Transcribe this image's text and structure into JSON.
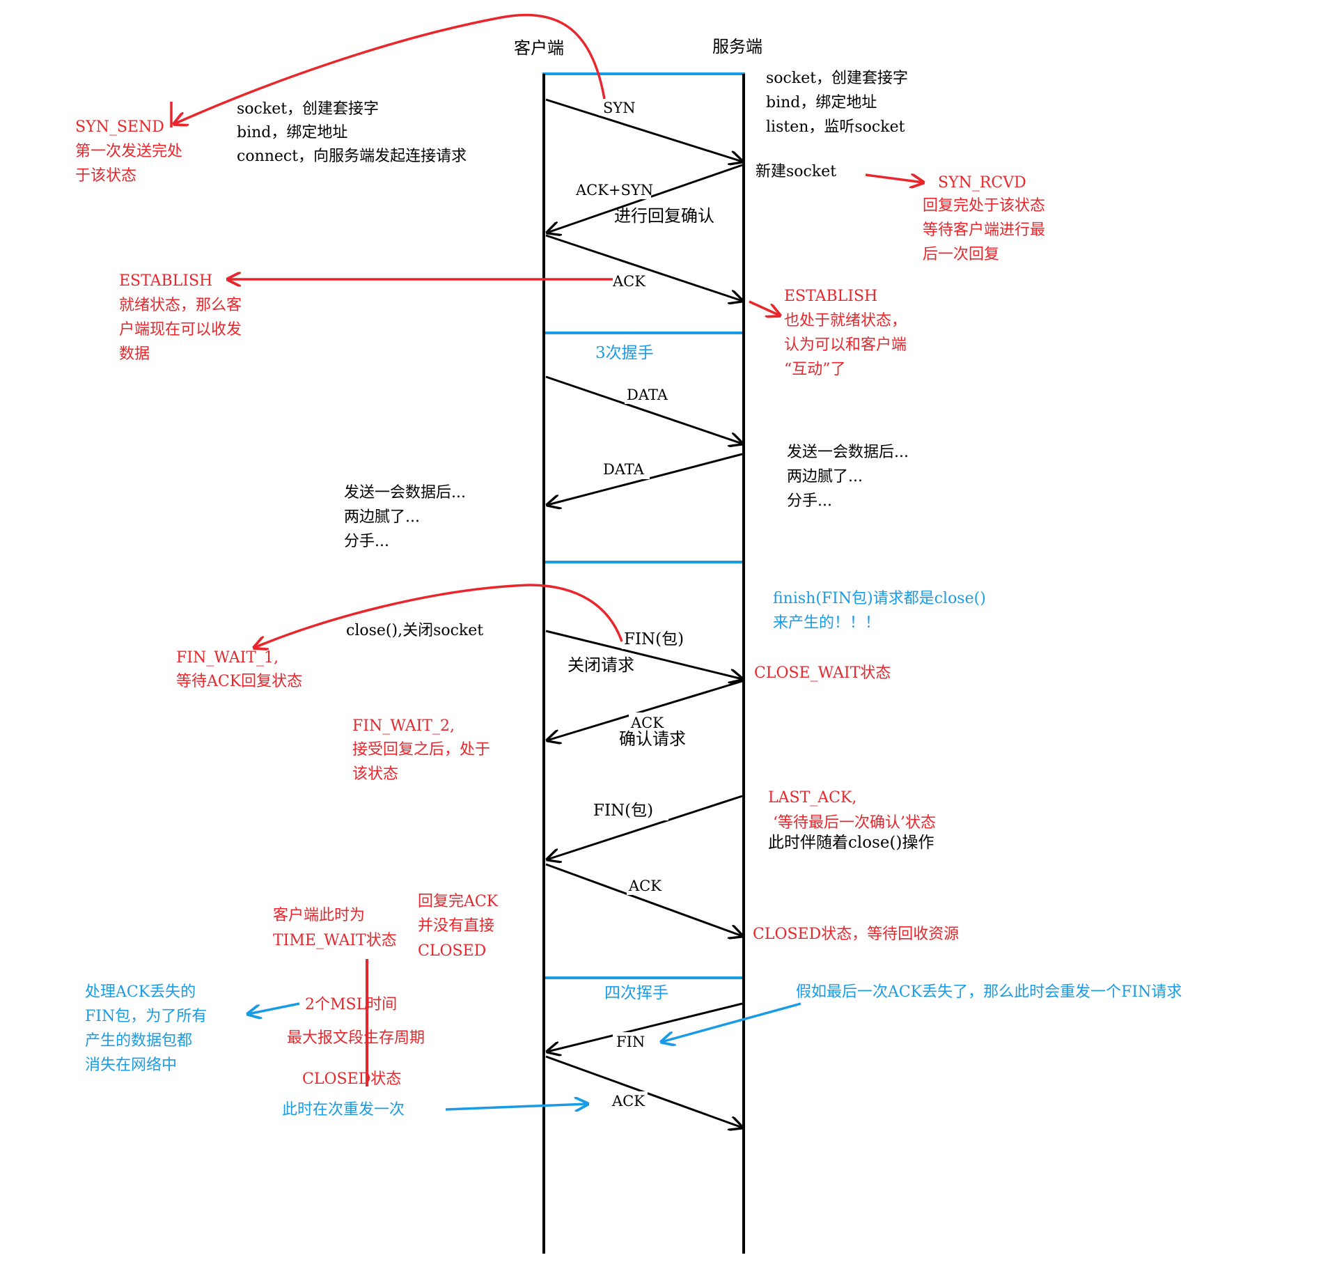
{
  "colors": {
    "black": "#000000",
    "red": "#e8262b",
    "blue": "#1a9be6",
    "box": "#1a9be6"
  },
  "labels": {
    "client": "客户端",
    "server": "服务端",
    "handshake3": "3次握手",
    "wave4": "四次挥手"
  },
  "messages": {
    "syn": "SYN",
    "ack_syn": "ACK+SYN",
    "ack1": "ACK",
    "data1": "DATA",
    "data2": "DATA",
    "fin1": "FIN(包)",
    "ack2": "ACK",
    "fin2": "FIN(包)",
    "ack3": "ACK",
    "fin_resend": "FIN",
    "ack_resend": "ACK"
  },
  "notes": {
    "client_setup": [
      "socket，创建套接字",
      "bind，绑定地址",
      "connect，向服务端发起连接请求"
    ],
    "server_setup": [
      "socket，创建套接字",
      "bind，绑定地址",
      "listen，监听socket"
    ],
    "new_socket": "新建socket",
    "reply_confirm": "进行回复确认",
    "data_client": [
      "发送一会数据后...",
      "两边腻了...",
      "分手..."
    ],
    "data_server": [
      "发送一会数据后...",
      "两边腻了...",
      "分手..."
    ],
    "close_socket": "close(),关闭socket",
    "close_request": "关闭请求",
    "confirm_request": "确认请求",
    "last_ack_close": "此时伴随着close()操作"
  },
  "states": {
    "syn_send": [
      "SYN_SEND",
      "第一次发送完处",
      "于该状态"
    ],
    "syn_rcvd": [
      "SYN_RCVD",
      "回复完处于该状态",
      "等待客户端进行最",
      "后一次回复"
    ],
    "establish_client": [
      "ESTABLISH",
      "就绪状态，那么客",
      "户端现在可以收发",
      "数据"
    ],
    "establish_server": [
      "ESTABLISH",
      "也处于就绪状态，",
      "认为可以和客户端",
      "“互动”了"
    ],
    "fin_wait_1": [
      "FIN_WAIT_1,",
      "等待ACK回复状态"
    ],
    "close_wait": "CLOSE_WAIT状态",
    "fin_wait_2": [
      "FIN_WAIT_2,",
      "接受回复之后，处于",
      "该状态"
    ],
    "last_ack": [
      "LAST_ACK,",
      "‘等待最后一次确认’状态"
    ],
    "closed_server": "CLOSED状态，等待回收资源",
    "time_wait": [
      "客户端此时为",
      "TIME_WAIT状态"
    ],
    "reply_ack": [
      "回复完ACK",
      "并没有直接",
      "CLOSED"
    ],
    "msl": "2个MSL时间",
    "msl_desc": "最大报文段生存周期",
    "closed_client": "CLOSED状态"
  },
  "blue_notes": {
    "fin_close": [
      "finish(FIN包)请求都是close()",
      "来产生的！！！"
    ],
    "ack_lost": [
      "处理ACK丢失的",
      "FIN包，为了所有",
      "产生的数据包都",
      "消失在网络中"
    ],
    "resend_fin": "假如最后一次ACK丢失了，那么此时会重发一个FIN请求",
    "resend_again": "此时在次重发一次"
  }
}
